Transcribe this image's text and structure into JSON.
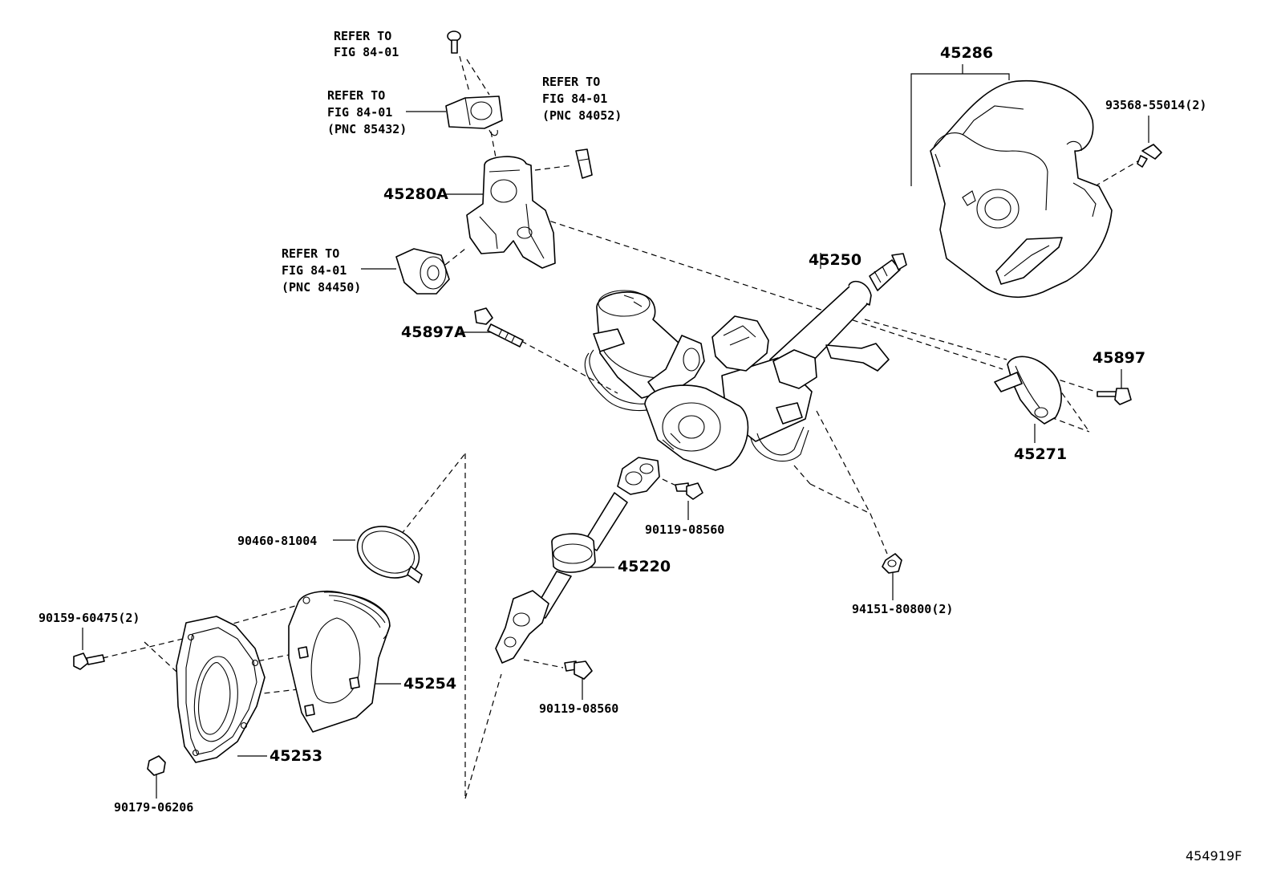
{
  "figure_id": "454919F",
  "labels": {
    "refer_top": [
      "REFER TO",
      "FIG 84-01"
    ],
    "refer_85432": [
      "REFER TO",
      "FIG 84-01",
      "(PNC 85432)"
    ],
    "refer_84052": [
      "REFER TO",
      "FIG 84-01",
      "(PNC 84052)"
    ],
    "refer_84450": [
      "REFER TO",
      "FIG 84-01",
      "(PNC 84450)"
    ],
    "p45280a": "45280A",
    "p45897a": "45897A",
    "p45250": "45250",
    "p45286": "45286",
    "p93568": "93568-55014(2)",
    "p45897": "45897",
    "p45271": "45271",
    "p90460": "90460-81004",
    "p90119_a": "90119-08560",
    "p45220": "45220",
    "p94151": "94151-80800(2)",
    "p90159": "90159-60475(2)",
    "p45254": "45254",
    "p45253": "45253",
    "p90119_b": "90119-08560",
    "p90179": "90179-06206"
  }
}
